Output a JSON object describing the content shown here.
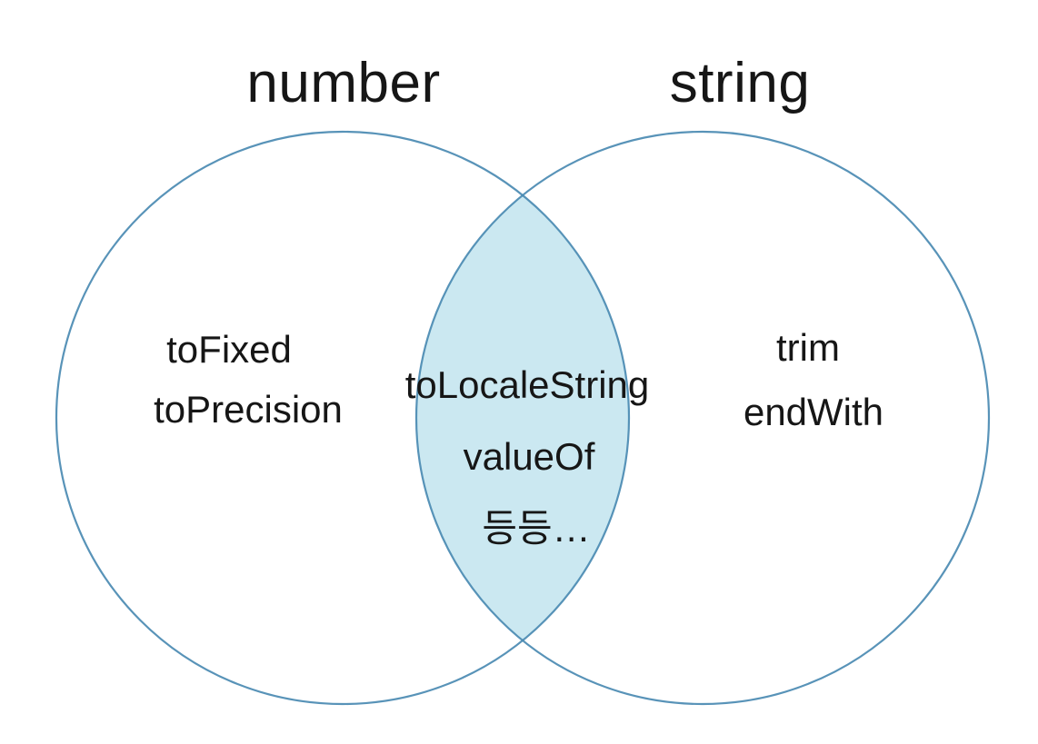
{
  "colors": {
    "circle_stroke": "#4a8ab2",
    "intersection_fill": "#cbe8f1",
    "text": "#161616"
  },
  "venn": {
    "left_title": "number",
    "right_title": "string",
    "left_items": [
      "toFixed",
      "toPrecision"
    ],
    "intersection_items": [
      "toLocaleString",
      "valueOf",
      "등등…"
    ],
    "right_items": [
      "trim",
      "endWith"
    ]
  }
}
